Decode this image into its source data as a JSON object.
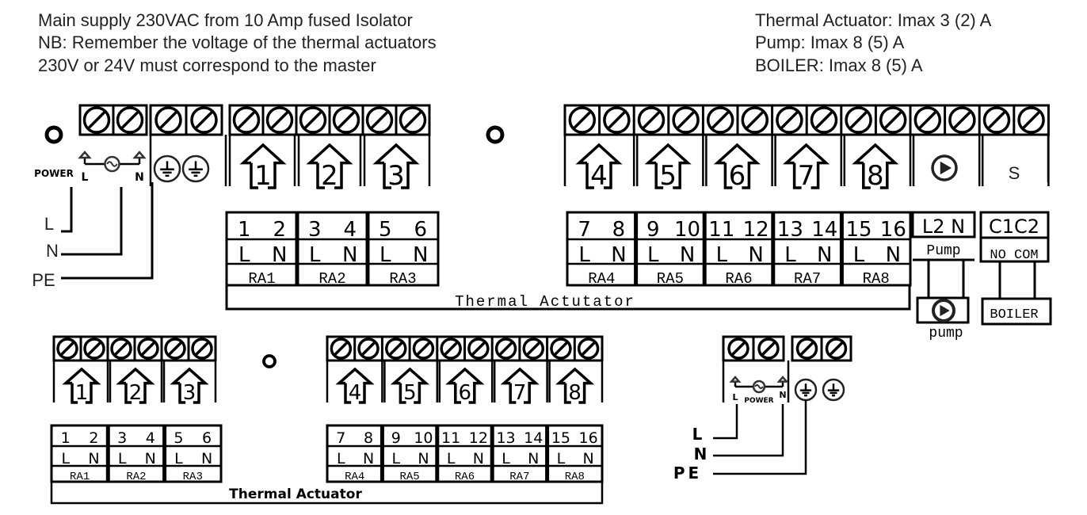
{
  "notes": {
    "left": [
      "Main supply 230VAC from 10 Amp fused Isolator",
      "NB: Remember the voltage of the thermal actuators",
      "230V or 24V must correspond to the master"
    ],
    "right": [
      "Thermal Actuator: Imax 3 (2) A",
      "Pump: Imax 8 (5) A",
      "BOILER: Imax 8 (5) A"
    ]
  },
  "top": {
    "power_label": "POWER",
    "power_L": "L",
    "power_N": "N",
    "wires": [
      "L",
      "N",
      "PE"
    ],
    "zones": [
      "1",
      "2",
      "3",
      "4",
      "5",
      "6",
      "7",
      "8"
    ],
    "boiler_symbol": "S",
    "table_left": {
      "terminals": [
        [
          "1",
          "2"
        ],
        [
          "3",
          "4"
        ],
        [
          "5",
          "6"
        ]
      ],
      "ln": [
        [
          "L",
          "N"
        ],
        [
          "L",
          "N"
        ],
        [
          "L",
          "N"
        ]
      ],
      "labels": [
        "RA1",
        "RA2",
        "RA3"
      ]
    },
    "table_right": {
      "terminals": [
        [
          "7",
          "8"
        ],
        [
          "9",
          "10"
        ],
        [
          "11",
          "12"
        ],
        [
          "13",
          "14"
        ],
        [
          "15",
          "16"
        ]
      ],
      "ln": [
        [
          "L",
          "N"
        ],
        [
          "L",
          "N"
        ],
        [
          "L",
          "N"
        ],
        [
          "L",
          "N"
        ],
        [
          "L",
          "N"
        ]
      ],
      "labels": [
        "RA4",
        "RA5",
        "RA6",
        "RA7",
        "RA8"
      ]
    },
    "pump_terminals": "L2 N",
    "pump_label": "Pump",
    "boiler_terminals": "C1C2",
    "boiler_contacts": "NO COM",
    "caption": "Thermal Actutator",
    "pump_device": "pump",
    "boiler_device": "BOILER"
  },
  "bottom": {
    "zones": [
      "1",
      "2",
      "3",
      "4",
      "5",
      "6",
      "7",
      "8"
    ],
    "table_left": {
      "terminals": [
        [
          "1",
          "2"
        ],
        [
          "3",
          "4"
        ],
        [
          "5",
          "6"
        ]
      ],
      "ln": [
        [
          "L",
          "N"
        ],
        [
          "L",
          "N"
        ],
        [
          "L",
          "N"
        ]
      ],
      "labels": [
        "RA1",
        "RA2",
        "RA3"
      ]
    },
    "table_right": {
      "terminals": [
        [
          "7",
          "8"
        ],
        [
          "9",
          "10"
        ],
        [
          "11",
          "12"
        ],
        [
          "13",
          "14"
        ],
        [
          "15",
          "16"
        ]
      ],
      "ln": [
        [
          "L",
          "N"
        ],
        [
          "L",
          "N"
        ],
        [
          "L",
          "N"
        ],
        [
          "L",
          "N"
        ],
        [
          "L",
          "N"
        ]
      ],
      "labels": [
        "RA4",
        "RA5",
        "RA6",
        "RA7",
        "RA8"
      ]
    },
    "caption": "Thermal Actuator"
  },
  "power_module": {
    "power_label": "POWER",
    "power_L": "L",
    "power_N": "N",
    "wires": [
      "L",
      "N",
      "PE"
    ]
  },
  "colors": {
    "ink": "#000000",
    "text": "#222222"
  }
}
